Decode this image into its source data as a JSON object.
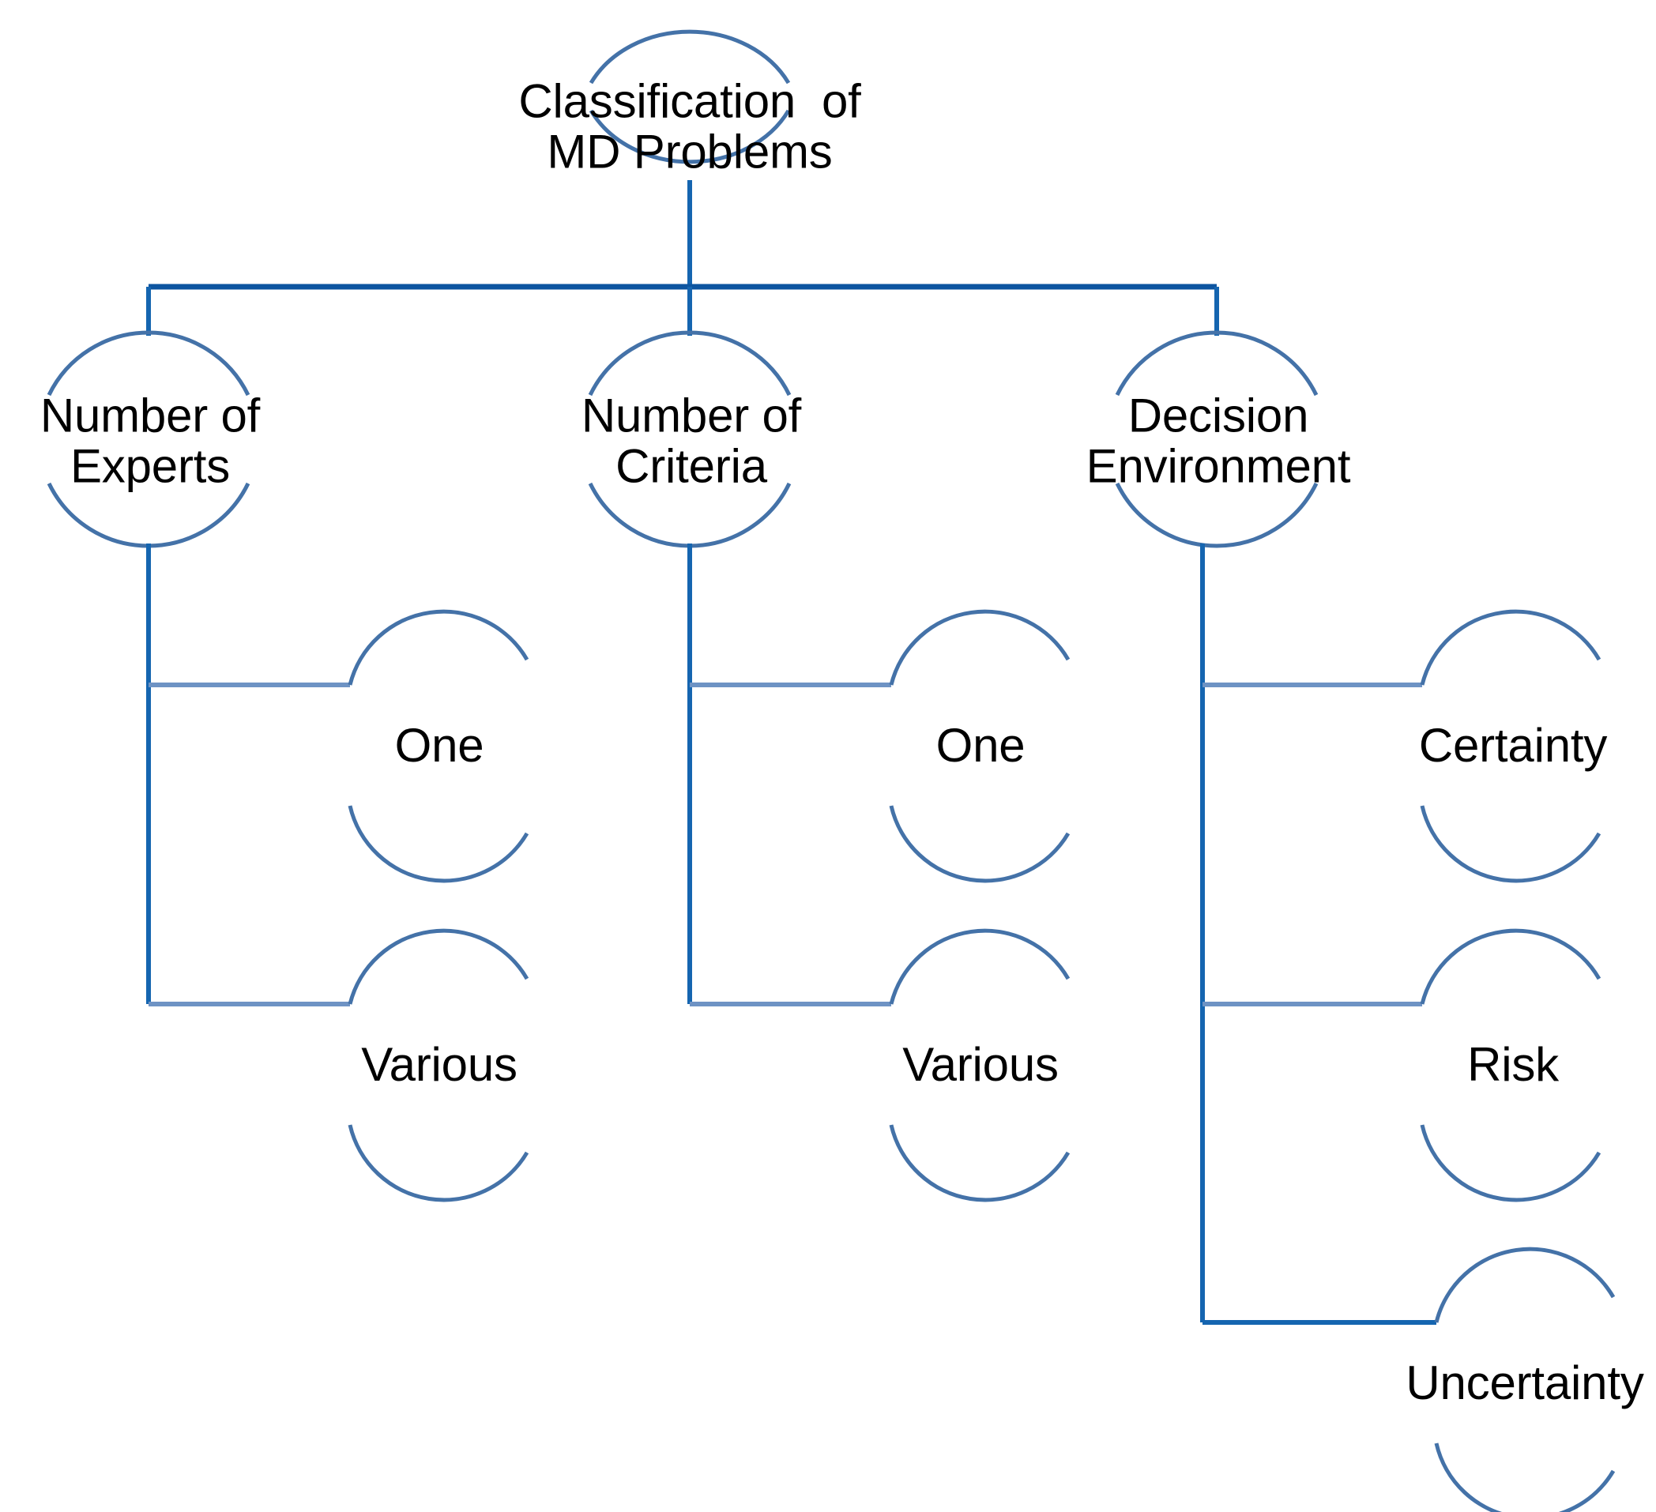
{
  "diagram": {
    "title": "Classification of MD Problems",
    "type": "tree",
    "orientation": "top-down then left-to-right",
    "colors": {
      "bus_line": "#0d55a0",
      "branch_line": "#1565b0",
      "connector_line": "#6e93c4",
      "circle_stroke": "#4472a8",
      "text": "#000000",
      "background": "#ffffff"
    },
    "root": {
      "id": "root",
      "line1": "Classification  of",
      "line2": "MD Problems"
    },
    "level2": [
      {
        "id": "number-of-experts",
        "line1": "Number of",
        "line2": "Experts"
      },
      {
        "id": "number-of-criteria",
        "line1": "Number of",
        "line2": "Criteria"
      },
      {
        "id": "decision-environment",
        "line1": "Decision",
        "line2": "Environment"
      }
    ],
    "leaves": {
      "number_of_experts": [
        {
          "id": "experts-one",
          "label": "One"
        },
        {
          "id": "experts-various",
          "label": "Various"
        }
      ],
      "number_of_criteria": [
        {
          "id": "criteria-one",
          "label": "One"
        },
        {
          "id": "criteria-various",
          "label": "Various"
        }
      ],
      "decision_environment": [
        {
          "id": "env-certainty",
          "label": "Certainty"
        },
        {
          "id": "env-risk",
          "label": "Risk"
        },
        {
          "id": "env-uncertainty",
          "label": "Uncertainty"
        }
      ]
    }
  }
}
